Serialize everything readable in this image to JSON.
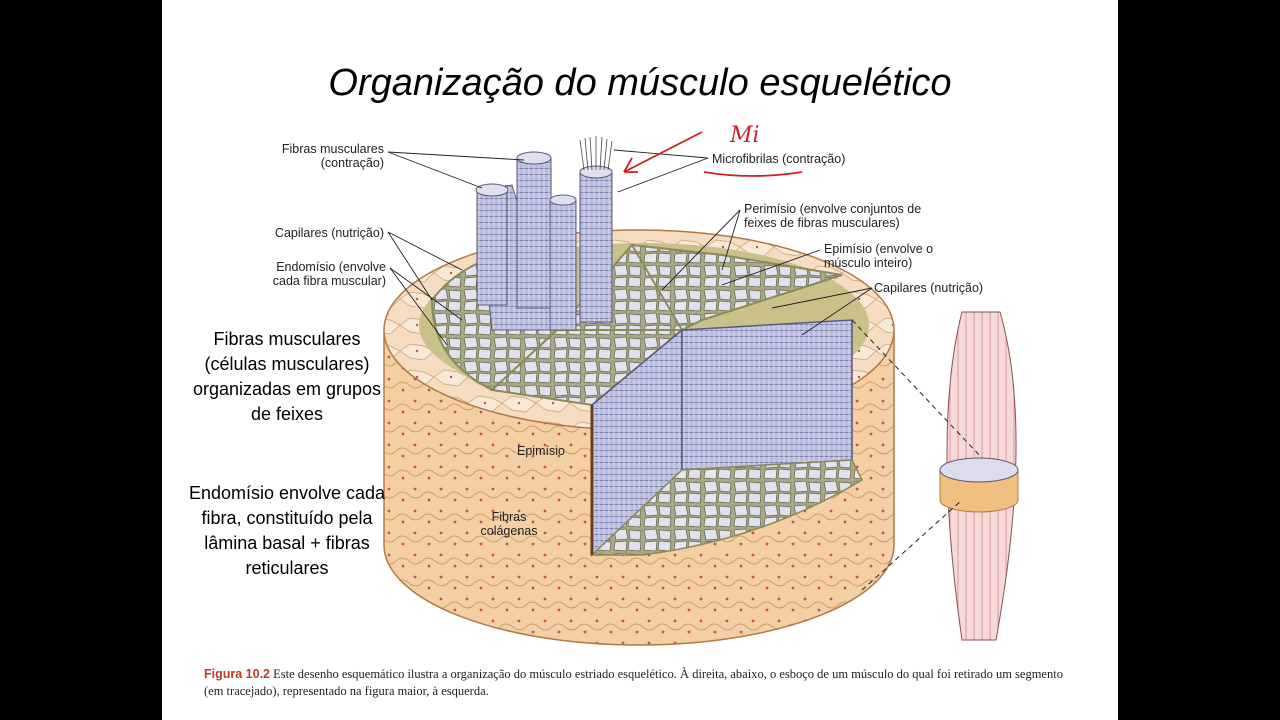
{
  "slide": {
    "title": "Organização do músculo esquelético",
    "note_fibers": "Fibras musculares (células musculares) organizadas em grupos de feixes",
    "note_endomysium": "Endomísio envolve cada fibra, constituído pela lâmina basal + fibras reticulares",
    "handwritten_annotation": "Mi"
  },
  "labels": {
    "fibras_musculares": "Fibras musculares (contração)",
    "capilares_left": "Capilares (nutrição)",
    "endomisio": "Endomísio (envolve cada fibra muscular)",
    "microfibrilas": "Microfibrilas (contração)",
    "perimisio": "Perimísio (envolve conjuntos de feixes de fibras musculares)",
    "epimisio_right": "Epimísio (envolve o músculo inteiro)",
    "capilares_right": "Capilares (nutrição)",
    "epimisio_side": "Epimísio",
    "fibras_colagenas": "Fibras colágenas"
  },
  "caption": {
    "figure_label": "Figura 10.2",
    "text": "Este desenho esquemático ilustra a organização do músculo estriado esquelético. À direita, abaixo, o esboço de um músculo do qual foi retirado um segmento (em tracejado), representado na figura maior, à esquerda."
  },
  "colors": {
    "epimysium": "#f2c89a",
    "fascicle": "#dcdcec",
    "perimysium": "#c9c08a",
    "fiber": "#b7b8d8",
    "annotation": "#d02020"
  }
}
